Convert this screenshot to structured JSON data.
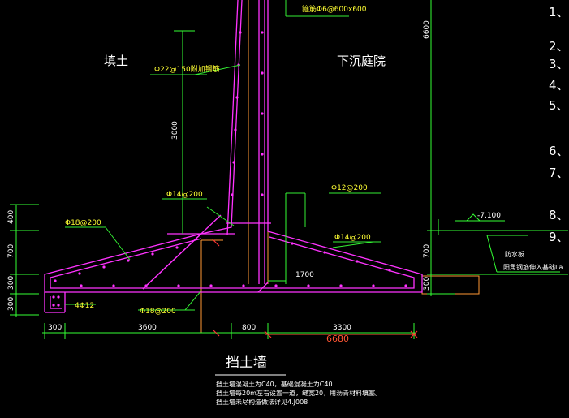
{
  "drawing": {
    "title": "挡土墙",
    "side_labels": {
      "fill": "填土",
      "courtyard": "下沉庭院"
    },
    "rebar": {
      "stirrup": "箍筋Φ6@600x600",
      "vertical_outer": "Φ22@150附加钢筋",
      "heel_top": "Φ14@200",
      "toe_top": "Φ12@200",
      "footing_left": "Φ18@200",
      "footing_right": "Φ14@200",
      "bottom": "Φ18@200",
      "corner": "4Φ12"
    },
    "dims": {
      "height_upper": "6600",
      "height_wall": "3000",
      "left_400": "400",
      "left_700": "700",
      "left_300a": "300",
      "left_300b": "300",
      "right_700": "700",
      "right_300": "300",
      "inner_1700": "1700",
      "bottom_300": "300",
      "bottom_3600": "3600",
      "bottom_800": "800",
      "bottom_3300": "3300",
      "total": "6680"
    },
    "level": "-7.100",
    "waterproof": "防水板",
    "waterproof_note": "阳角钢筋伸入基础La",
    "notes": [
      "挡土墙混凝土为C40，基础混凝土为C40",
      "挡土墙每20m左右设置一道，缝宽20，用沥青材料填塞。",
      "挡土墙未尽构造做法详见4.J008"
    ],
    "right_list": [
      "1、",
      "2、",
      "3、",
      "4、",
      "5、",
      "6、",
      "7、",
      "8、",
      "9、"
    ],
    "colors": {
      "structure": "#ff33ff",
      "dimension": "#33ff33",
      "leader": "#33ee33",
      "text": "#ffffff",
      "highlight": "#ff9933",
      "accent": "#ffff33",
      "red": "#ff3333"
    }
  }
}
